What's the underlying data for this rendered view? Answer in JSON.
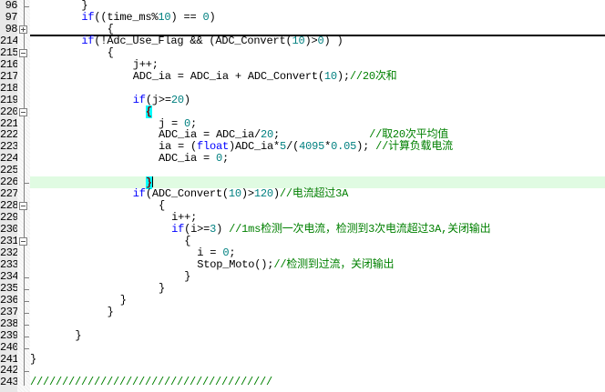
{
  "editor": {
    "current_line": 226,
    "lines": [
      {
        "num": "96",
        "indent": 8,
        "segments": [
          {
            "t": "}",
            "c": ""
          }
        ]
      },
      {
        "num": "97",
        "indent": 8,
        "segments": [
          {
            "t": "if",
            "c": "kw"
          },
          {
            "t": "((time_ms%",
            "c": ""
          },
          {
            "t": "10",
            "c": "n"
          },
          {
            "t": ") == ",
            "c": ""
          },
          {
            "t": "0",
            "c": "n"
          },
          {
            "t": ")",
            "c": ""
          }
        ]
      },
      {
        "num": "98",
        "indent": 12,
        "segments": [
          {
            "t": "{",
            "c": ""
          }
        ]
      },
      {
        "num": "214",
        "indent": 8,
        "segments": [
          {
            "t": "if",
            "c": "kw"
          },
          {
            "t": "(!Adc_Use_Flag && (ADC_Convert(",
            "c": ""
          },
          {
            "t": "10",
            "c": "n"
          },
          {
            "t": ")>",
            "c": ""
          },
          {
            "t": "0",
            "c": "n"
          },
          {
            "t": ") )",
            "c": ""
          }
        ]
      },
      {
        "num": "215",
        "indent": 12,
        "segments": [
          {
            "t": "{",
            "c": ""
          }
        ]
      },
      {
        "num": "216",
        "indent": 16,
        "segments": [
          {
            "t": "j++;",
            "c": ""
          }
        ]
      },
      {
        "num": "217",
        "indent": 16,
        "segments": [
          {
            "t": "ADC_ia = ADC_ia + ADC_Convert(",
            "c": ""
          },
          {
            "t": "10",
            "c": "n"
          },
          {
            "t": ");",
            "c": ""
          },
          {
            "t": "//20次和",
            "c": "cm"
          }
        ]
      },
      {
        "num": "218",
        "indent": 0,
        "segments": []
      },
      {
        "num": "219",
        "indent": 16,
        "segments": [
          {
            "t": "if",
            "c": "kw"
          },
          {
            "t": "(j>=",
            "c": ""
          },
          {
            "t": "20",
            "c": "n"
          },
          {
            "t": ")",
            "c": ""
          }
        ]
      },
      {
        "num": "220",
        "indent": 18,
        "segments": [
          {
            "t": "{",
            "c": "brace-match"
          }
        ]
      },
      {
        "num": "221",
        "indent": 20,
        "segments": [
          {
            "t": "j = ",
            "c": ""
          },
          {
            "t": "0",
            "c": "n"
          },
          {
            "t": ";",
            "c": ""
          }
        ]
      },
      {
        "num": "222",
        "indent": 20,
        "segments": [
          {
            "t": "ADC_ia = ADC_ia/",
            "c": ""
          },
          {
            "t": "20",
            "c": "n"
          },
          {
            "t": ";              ",
            "c": ""
          },
          {
            "t": "//取20次平均值",
            "c": "cm"
          }
        ]
      },
      {
        "num": "223",
        "indent": 20,
        "segments": [
          {
            "t": "ia = (",
            "c": ""
          },
          {
            "t": "float",
            "c": "kw"
          },
          {
            "t": ")ADC_ia*",
            "c": ""
          },
          {
            "t": "5",
            "c": "n"
          },
          {
            "t": "/(",
            "c": ""
          },
          {
            "t": "4095",
            "c": "n"
          },
          {
            "t": "*",
            "c": ""
          },
          {
            "t": "0.05",
            "c": "n"
          },
          {
            "t": "); ",
            "c": ""
          },
          {
            "t": "//计算负载电流",
            "c": "cm"
          }
        ]
      },
      {
        "num": "224",
        "indent": 20,
        "segments": [
          {
            "t": "ADC_ia = ",
            "c": ""
          },
          {
            "t": "0",
            "c": "n"
          },
          {
            "t": ";",
            "c": ""
          }
        ]
      },
      {
        "num": "225",
        "indent": 0,
        "segments": []
      },
      {
        "num": "226",
        "indent": 18,
        "segments": [
          {
            "t": "}",
            "c": "brace-match"
          }
        ]
      },
      {
        "num": "227",
        "indent": 16,
        "segments": [
          {
            "t": "if",
            "c": "kw"
          },
          {
            "t": "(ADC_Convert(",
            "c": ""
          },
          {
            "t": "10",
            "c": "n"
          },
          {
            "t": ")>",
            "c": ""
          },
          {
            "t": "120",
            "c": "n"
          },
          {
            "t": ")",
            "c": ""
          },
          {
            "t": "//电流超过3A",
            "c": "cm"
          }
        ]
      },
      {
        "num": "228",
        "indent": 20,
        "segments": [
          {
            "t": "{",
            "c": ""
          }
        ]
      },
      {
        "num": "229",
        "indent": 22,
        "segments": [
          {
            "t": "i++;",
            "c": ""
          }
        ]
      },
      {
        "num": "230",
        "indent": 22,
        "segments": [
          {
            "t": "if",
            "c": "kw"
          },
          {
            "t": "(i>=",
            "c": ""
          },
          {
            "t": "3",
            "c": "n"
          },
          {
            "t": ") ",
            "c": ""
          },
          {
            "t": "//1ms检测一次电流，检测到3次电流超过3A,关闭输出",
            "c": "cm"
          }
        ]
      },
      {
        "num": "231",
        "indent": 24,
        "segments": [
          {
            "t": "{",
            "c": ""
          }
        ]
      },
      {
        "num": "232",
        "indent": 26,
        "segments": [
          {
            "t": "i = ",
            "c": ""
          },
          {
            "t": "0",
            "c": "n"
          },
          {
            "t": ";",
            "c": ""
          }
        ]
      },
      {
        "num": "233",
        "indent": 26,
        "segments": [
          {
            "t": "Stop_Moto();",
            "c": ""
          },
          {
            "t": "//检测到过流，关闭输出",
            "c": "cm"
          }
        ]
      },
      {
        "num": "234",
        "indent": 24,
        "segments": [
          {
            "t": "}",
            "c": ""
          }
        ]
      },
      {
        "num": "235",
        "indent": 20,
        "segments": [
          {
            "t": "}",
            "c": ""
          }
        ]
      },
      {
        "num": "236",
        "indent": 14,
        "segments": [
          {
            "t": "}",
            "c": ""
          }
        ]
      },
      {
        "num": "237",
        "indent": 12,
        "segments": [
          {
            "t": "}",
            "c": ""
          }
        ]
      },
      {
        "num": "238",
        "indent": 0,
        "segments": []
      },
      {
        "num": "239",
        "indent": 7,
        "segments": [
          {
            "t": "}",
            "c": ""
          }
        ]
      },
      {
        "num": "240",
        "indent": 0,
        "segments": []
      },
      {
        "num": "241",
        "indent": 0,
        "segments": [
          {
            "t": "}",
            "c": ""
          }
        ]
      },
      {
        "num": "242",
        "indent": 0,
        "segments": []
      },
      {
        "num": "243",
        "indent": 0,
        "segments": [
          {
            "t": "//////////////////////////////////////",
            "c": "cm"
          }
        ]
      }
    ],
    "fold_markers": [
      {
        "line": "98",
        "type": "plus"
      },
      {
        "line": "215",
        "type": "minus"
      },
      {
        "line": "220",
        "type": "minus"
      },
      {
        "line": "228",
        "type": "minus"
      },
      {
        "line": "231",
        "type": "minus"
      }
    ],
    "fold_end_ticks": [
      "96",
      "226",
      "234",
      "235",
      "236",
      "237",
      "238",
      "239",
      "240",
      "242"
    ],
    "colors": {
      "keyword": "#0000ff",
      "number": "#008080",
      "comment": "#008000",
      "current_line_bg": "#e0fbe2",
      "brace_match_bg": "#00ffff",
      "gutter_bg": "#e8e8e8"
    }
  }
}
